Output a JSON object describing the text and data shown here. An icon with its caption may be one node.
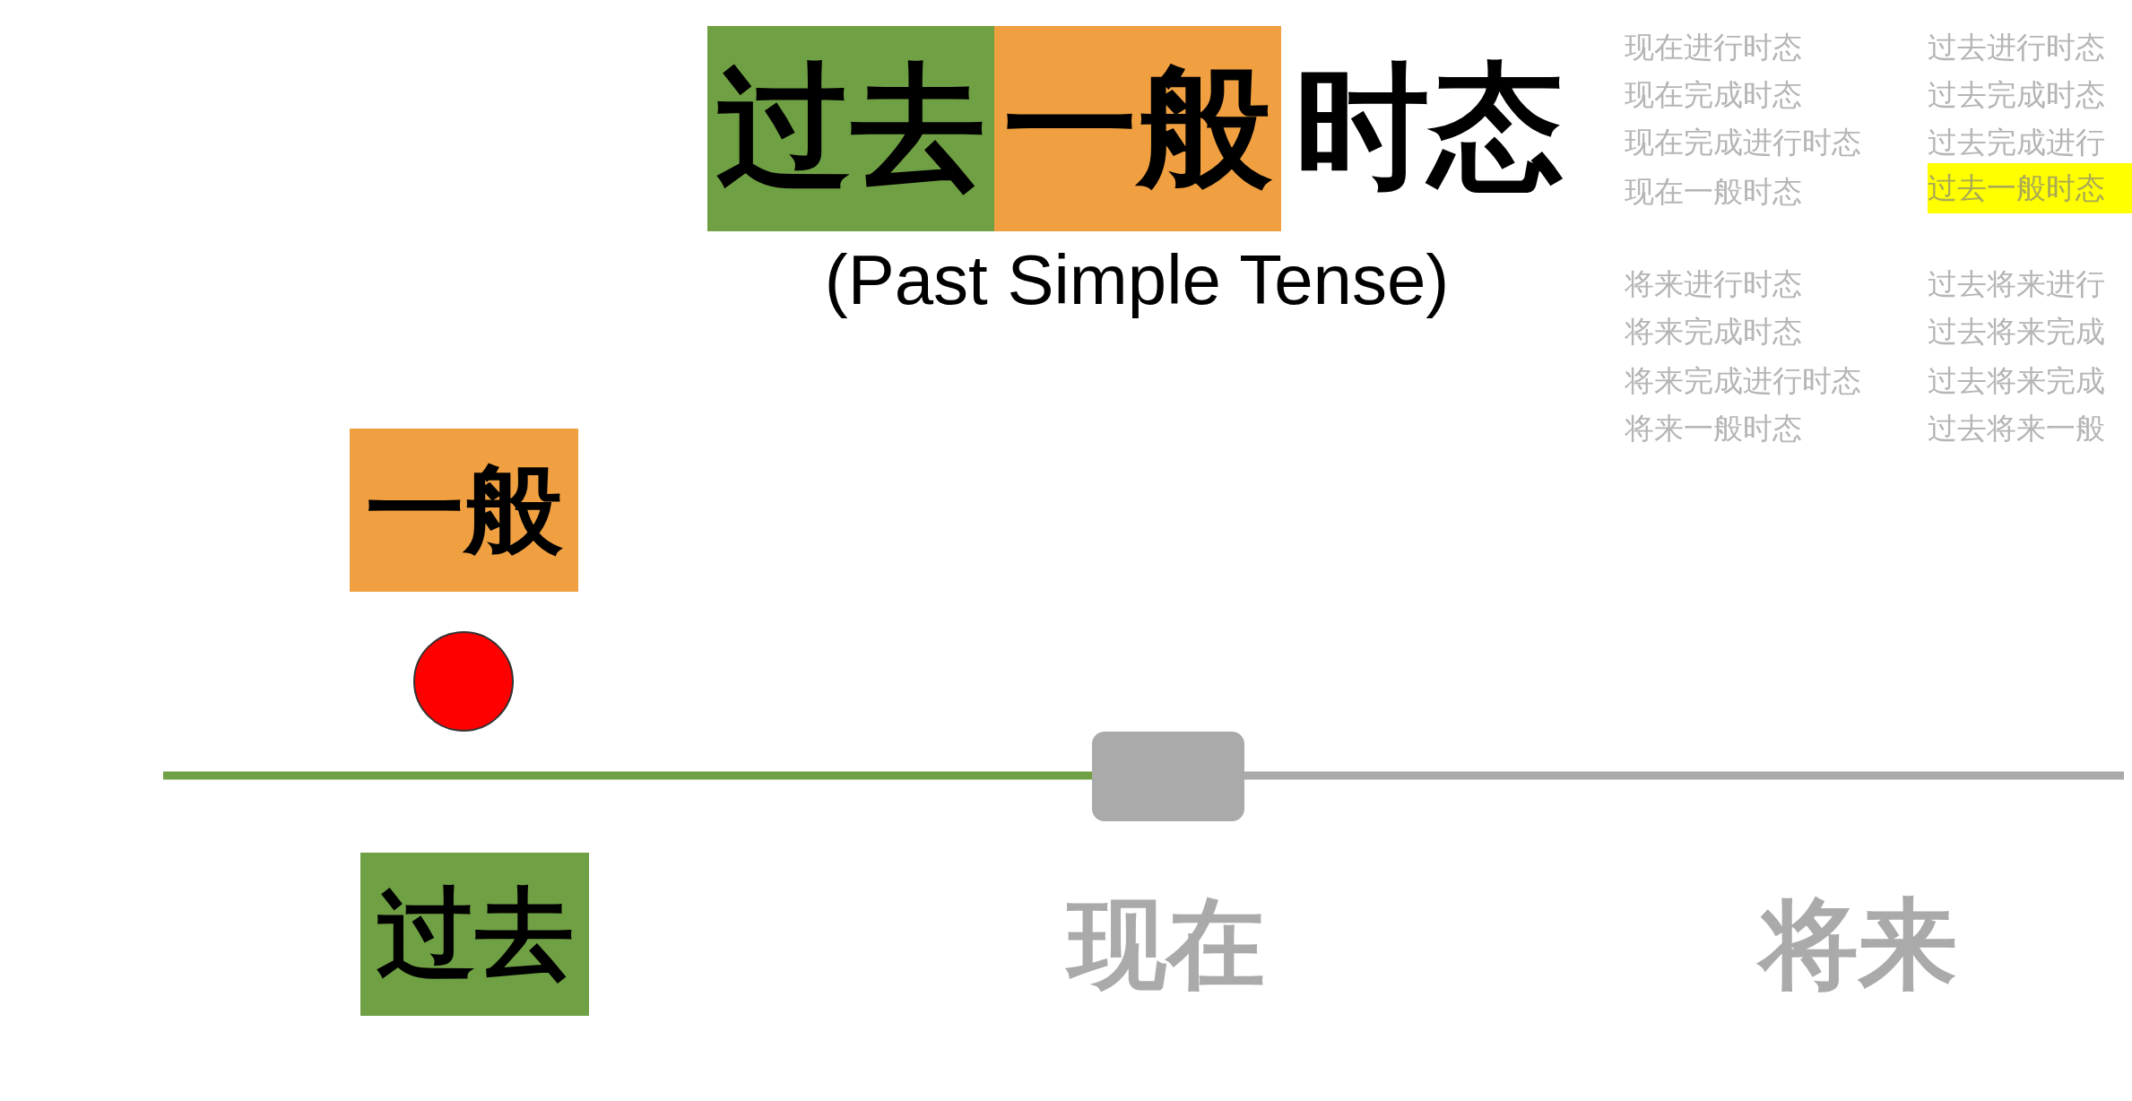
{
  "diagram": {
    "nodes": [
      {
        "text": [
          "过去"
        ]
      },
      {
        "text": [
          "一般"
        ]
      },
      {
        "text": [
          "过去一般时态"
        ]
      },
      {
        "text": [
          "一般"
        ]
      },
      {
        "text": [],
        "shape": "circle"
      },
      {
        "text": [],
        "shape": "box"
      },
      {
        "text": [
          "过去"
        ]
      }
    ],
    "labels": [
      "时态",
      "(Past Simple Tense)",
      "现在进行时态",
      "过去进行时态",
      "现在完成时态",
      "过去完成时态",
      "现在完成进行时态",
      "过去完成进行",
      "现在一般时态",
      "将来进行时态",
      "过去将来进行",
      "将来完成时态",
      "过去将来完成",
      "将来完成进行时态",
      "过去将来完成",
      "将来一般时态",
      "过去将来一般",
      "现在",
      "将来"
    ]
  }
}
